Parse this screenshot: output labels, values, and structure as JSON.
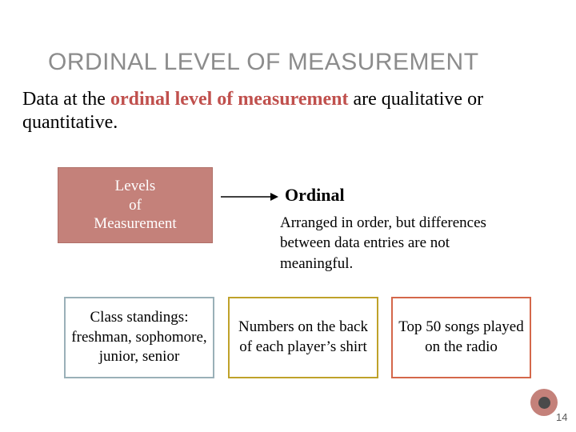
{
  "slide": {
    "title": "ORDINAL LEVEL OF MEASUREMENT",
    "lead": {
      "before": "Data at the ",
      "accent": "ordinal level of measurement",
      "after": " are qualitative or quantitative."
    },
    "diagram": {
      "source_box": "Levels\nof\nMeasurement",
      "arrow_icon": "right-arrow-icon",
      "branch_title": "Ordinal",
      "branch_description": "Arranged in order, but differences between data entries are not meaningful.",
      "examples": [
        "Class standings: freshman, sophomore, junior, senior",
        "Numbers on the back of each player’s shirt",
        "Top 50 songs played on the radio"
      ]
    },
    "footer": {
      "page_number": "14",
      "decoration_icon": "circle-dot-icon"
    },
    "colors": {
      "accent_red": "#c0504d",
      "source_box_fill": "#c4817a",
      "example_border_1": "#9ab0b8",
      "example_border_2": "#bfa22a",
      "example_border_3": "#d4674a",
      "title_grey": "#8c8c8c"
    }
  }
}
